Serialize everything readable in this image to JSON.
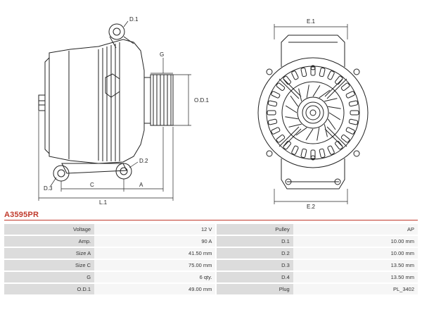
{
  "drawing": {
    "labels": {
      "d1": "D.1",
      "g": "G",
      "od1": "O.D.1",
      "d2": "D.2",
      "d3": "D.3",
      "c": "C",
      "a": "A",
      "l1": "L.1",
      "e1": "E.1",
      "e2": "E.2"
    }
  },
  "part_number": "A3595PR",
  "specs": {
    "rows": [
      {
        "label1": "Voltage",
        "value1": "12 V",
        "label2": "Pulley",
        "value2": "AP"
      },
      {
        "label1": "Amp.",
        "value1": "90 A",
        "label2": "D.1",
        "value2": "10.00 mm"
      },
      {
        "label1": "Size A",
        "value1": "41.50 mm",
        "label2": "D.2",
        "value2": "10.00 mm"
      },
      {
        "label1": "Size C",
        "value1": "75.00 mm",
        "label2": "D.3",
        "value2": "13.50 mm"
      },
      {
        "label1": "G",
        "value1": "6 qty.",
        "label2": "D.4",
        "value2": "13.50 mm"
      },
      {
        "label1": "O.D.1",
        "value1": "49.00 mm",
        "label2": "Plug",
        "value2": "PL_3402"
      }
    ]
  },
  "colors": {
    "accent": "#c0392b",
    "label_cell": "#dcdcdc",
    "value_cell": "#f6f6f6",
    "line": "#222222"
  }
}
